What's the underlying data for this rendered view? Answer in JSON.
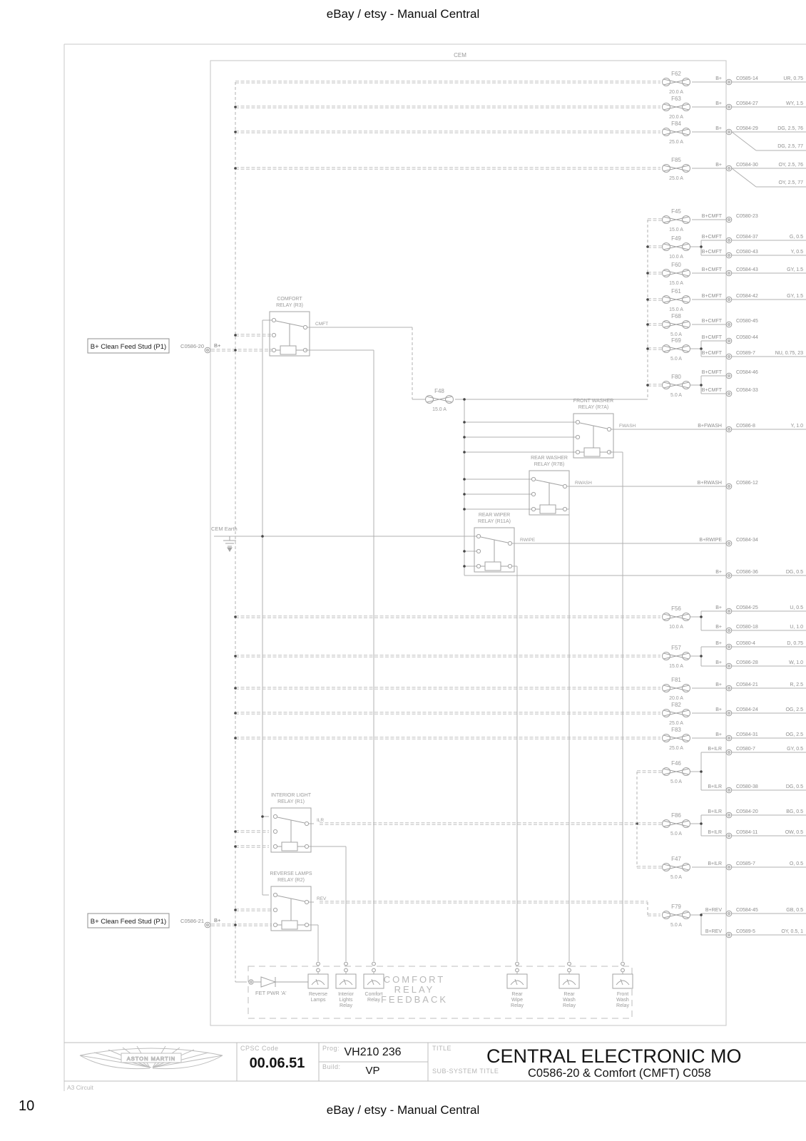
{
  "header": {
    "title": "eBay / etsy - Manual Central"
  },
  "footer": {
    "page_number": "10",
    "title": "eBay / etsy - Manual Central"
  },
  "title_block": {
    "cpsc_label": "CPSC Code",
    "cpsc": "00.06.51",
    "prog_label": "Prog:",
    "prog": "VH210 236",
    "build_label": "Build:",
    "build": "VP",
    "title_label": "TITLE",
    "title": "CENTRAL ELECTRONIC MO",
    "subtitle_label": "SUB-SYSTEM TITLE",
    "subtitle": "C0586-20 & Comfort (CMFT) C058",
    "corner": "A3  Circuit",
    "brand": "ASTON MARTIN"
  },
  "schematic": {
    "cem_label": "CEM",
    "earth_label": "CEM  Earth",
    "feeds": [
      {
        "label": "B+ Clean Feed Stud (P1)",
        "connector": "C0586-20",
        "terminal": "B+"
      },
      {
        "label": "B+ Clean Feed Stud (P1)",
        "connector": "C0586-21",
        "terminal": "B+"
      }
    ],
    "relays": [
      {
        "line1": "COMFORT",
        "line2": "RELAY (R3)",
        "output": "CMFT"
      },
      {
        "line1": "FRONT WASHER",
        "line2": "RELAY (R7A)",
        "output": "FWASH"
      },
      {
        "line1": "REAR WASHER",
        "line2": "RELAY (R7B)",
        "output": "RWASH"
      },
      {
        "line1": "REAR WIPER",
        "line2": "RELAY (R11A)",
        "output": "RWIPE"
      },
      {
        "line1": "INTERIOR LIGHT",
        "line2": "RELAY (R1)",
        "output": "ILR"
      },
      {
        "line1": "REVERSE LAMPS",
        "line2": "RELAY (R2)",
        "output": "REV"
      }
    ],
    "fuses": [
      {
        "name": "F62",
        "rating": "20.0 A"
      },
      {
        "name": "F63",
        "rating": "20.0 A"
      },
      {
        "name": "F84",
        "rating": "25.0 A"
      },
      {
        "name": "F85",
        "rating": "25.0 A"
      },
      {
        "name": "F45",
        "rating": "15.0 A"
      },
      {
        "name": "F49",
        "rating": "10.0 A"
      },
      {
        "name": "F60",
        "rating": "15.0 A"
      },
      {
        "name": "F61",
        "rating": "15.0 A"
      },
      {
        "name": "F68",
        "rating": "5.0 A"
      },
      {
        "name": "F69",
        "rating": "5.0 A"
      },
      {
        "name": "F80",
        "rating": "5.0 A"
      },
      {
        "name": "F48",
        "rating": "15.0 A"
      },
      {
        "name": "F56",
        "rating": "10.0 A"
      },
      {
        "name": "F57",
        "rating": "15.0 A"
      },
      {
        "name": "F81",
        "rating": "20.0 A"
      },
      {
        "name": "F82",
        "rating": "25.0 A"
      },
      {
        "name": "F83",
        "rating": "25.0 A"
      },
      {
        "name": "F46",
        "rating": "5.0 A"
      },
      {
        "name": "F86",
        "rating": "5.0 A"
      },
      {
        "name": "F47",
        "rating": "5.0 A"
      },
      {
        "name": "F79",
        "rating": "5.0 A"
      }
    ],
    "outputs": [
      {
        "signal": "B+",
        "code": "C0585-14",
        "wire": "UR, 0.75"
      },
      {
        "signal": "B+",
        "code": "C0584-27",
        "wire": "WY, 1.5"
      },
      {
        "signal": "B+",
        "code": "C0584-29",
        "wire": "DG, 2.5, 76",
        "wire2": "DG, 2.5, 77"
      },
      {
        "signal": "B+",
        "code": "C0584-30",
        "wire": "OY, 2.5, 76",
        "wire2": "OY, 2.5, 77"
      },
      {
        "signal": "B+CMFT",
        "code": "C0580-23"
      },
      {
        "signal": "B+CMFT",
        "code": "C0584-37",
        "wire": "G, 0.5"
      },
      {
        "signal": "B+CMFT",
        "code": "C0580-43",
        "wire": "Y, 0.5"
      },
      {
        "signal": "B+CMFT",
        "code": "C0584-43",
        "wire": "GY, 1.5"
      },
      {
        "signal": "B+CMFT",
        "code": "C0584-42",
        "wire": "GY, 1.5"
      },
      {
        "signal": "B+CMFT",
        "code": "C0580-45"
      },
      {
        "signal": "B+CMFT",
        "code": "C0580-44"
      },
      {
        "signal": "B+CMFT",
        "code": "C0589-7",
        "wire": "NU, 0.75, 23"
      },
      {
        "signal": "B+CMFT",
        "code": "C0584-46"
      },
      {
        "signal": "B+CMFT",
        "code": "C0584-33"
      },
      {
        "signal": "B+FWASH",
        "code": "C0586-8",
        "wire": "Y, 1.0"
      },
      {
        "signal": "B+RWASH",
        "code": "C0586-12"
      },
      {
        "signal": "B+RWIPE",
        "code": "C0584-34"
      },
      {
        "signal": "B+",
        "code": "C0586-36",
        "wire": "DG, 0.5"
      },
      {
        "signal": "B+",
        "code": "C0584-25",
        "wire": "U, 0.5"
      },
      {
        "signal": "B+",
        "code": "C0580-18",
        "wire": "U, 1.0"
      },
      {
        "signal": "B+",
        "code": "C0580-4",
        "wire": "D, 0.75"
      },
      {
        "signal": "B+",
        "code": "C0586-28",
        "wire": "W, 1.0"
      },
      {
        "signal": "B+",
        "code": "C0584-21",
        "wire": "R, 2.5"
      },
      {
        "signal": "B+",
        "code": "C0584-24",
        "wire": "OG, 2.5"
      },
      {
        "signal": "B+",
        "code": "C0584-31",
        "wire": "OG, 2.5"
      },
      {
        "signal": "B+ILR",
        "code": "C0580-7",
        "wire": "GY, 0.5"
      },
      {
        "signal": "B+ILR",
        "code": "C0580-38",
        "wire": "DG, 0.5"
      },
      {
        "signal": "B+ILR",
        "code": "C0584-20",
        "wire": "BG, 0.5"
      },
      {
        "signal": "B+ILR",
        "code": "C0584-11",
        "wire": "OW, 0.5"
      },
      {
        "signal": "B+ILR",
        "code": "C0585-7",
        "wire": "O, 0.5"
      },
      {
        "signal": "B+REV",
        "code": "C0584-45",
        "wire": "GB, 0.5"
      },
      {
        "signal": "B+REV",
        "code": "C0589-5",
        "wire": "OY, 0.5, 1"
      }
    ],
    "feedback": {
      "fet": "FET  PWR  'A'",
      "big": [
        "COMFORT",
        "RELAY",
        "FEEDBACK"
      ],
      "boxes": [
        {
          "lines": [
            "Reverse",
            "Lamps"
          ]
        },
        {
          "lines": [
            "Interior",
            "Lights",
            "Relay"
          ]
        },
        {
          "lines": [
            "Comfort",
            "Relay"
          ]
        },
        {
          "lines": [
            "Rear",
            "Wipe",
            "Relay"
          ]
        },
        {
          "lines": [
            "Rear",
            "Wash",
            "Relay"
          ]
        },
        {
          "lines": [
            "Front",
            "Wash",
            "Relay"
          ]
        }
      ]
    }
  }
}
